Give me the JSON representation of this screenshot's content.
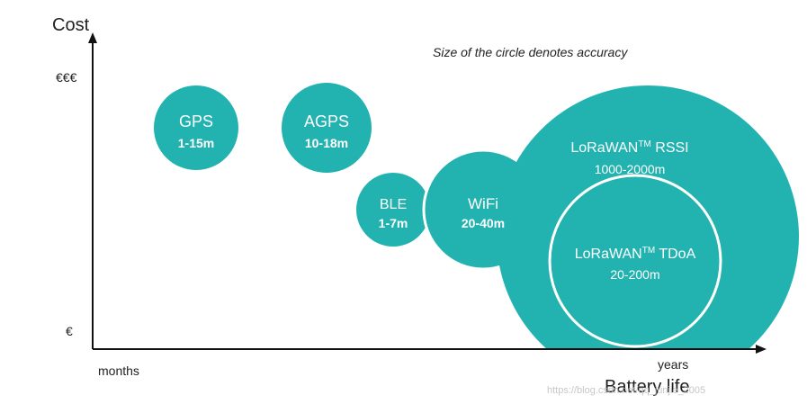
{
  "axes": {
    "y_label": "Cost",
    "y_high_tick": "€€€",
    "y_low_tick": "€",
    "x_label": "Battery life",
    "x_low_tick": "months",
    "x_high_tick": "years"
  },
  "note": "Size of the circle denotes accuracy",
  "colors": {
    "teal": "#22b3b0",
    "axis": "#111111",
    "text_on_circle": "#ffffff"
  },
  "circles": [
    {
      "name": "GPS",
      "range": "1-15m"
    },
    {
      "name": "AGPS",
      "range": "10-18m"
    },
    {
      "name": "BLE",
      "range": "1-7m"
    },
    {
      "name": "WiFi",
      "range": "20-40m"
    },
    {
      "name": "LoRaWAN",
      "superscript": "TM",
      "suffix": " RSSI",
      "range": "1000-2000m"
    },
    {
      "name": "LoRaWAN",
      "superscript": "TM",
      "suffix": " TDoA",
      "range": "20-200m"
    }
  ],
  "watermark": "https://blog.csdn.net/qq_junjie_2005"
}
